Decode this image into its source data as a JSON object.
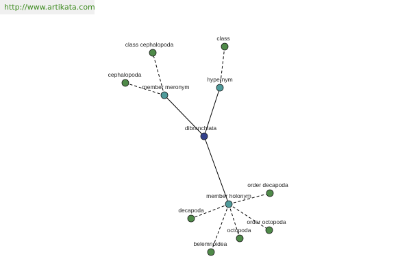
{
  "banner": {
    "url": "http://www.artikata.com"
  },
  "colors": {
    "root": "#33418c",
    "relation": "#4f9b9b",
    "word": "#4f8a49",
    "edge": "#000000"
  },
  "graph": {
    "root": {
      "id": "dibranchiata",
      "label": "dibranchiata"
    },
    "relations": [
      {
        "id": "member-meronym",
        "label": "member meronym"
      },
      {
        "id": "hypernym",
        "label": "hypernym"
      },
      {
        "id": "member-holonym",
        "label": "member holonym"
      }
    ],
    "words": [
      {
        "id": "class-cephalopoda",
        "label": "class cephalopoda",
        "relation": "member-meronym"
      },
      {
        "id": "cephalopoda",
        "label": "cephalopoda",
        "relation": "member-meronym"
      },
      {
        "id": "class",
        "label": "class",
        "relation": "hypernym"
      },
      {
        "id": "order-decapoda",
        "label": "order decapoda",
        "relation": "member-holonym"
      },
      {
        "id": "decapoda",
        "label": "decapoda",
        "relation": "member-holonym"
      },
      {
        "id": "order-octopoda",
        "label": "order octopoda",
        "relation": "member-holonym"
      },
      {
        "id": "octopoda",
        "label": "octopoda",
        "relation": "member-holonym"
      },
      {
        "id": "belemnoidea",
        "label": "belemnoidea",
        "relation": "member-holonym"
      }
    ]
  }
}
